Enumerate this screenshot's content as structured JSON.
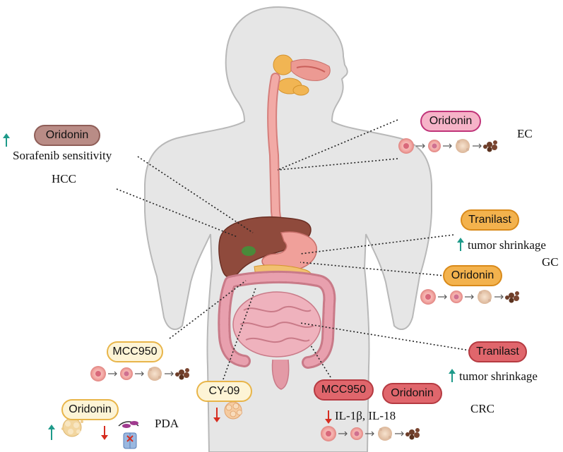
{
  "colors": {
    "brown_pill_fill": "#b98c86",
    "brown_pill_border": "#8f5e58",
    "pink_pill_fill": "#f6b3c8",
    "pink_pill_border": "#c03479",
    "orange_pill_fill": "#f3b24d",
    "orange_pill_border": "#d98a1a",
    "yellow_pill_fill": "#fdf4d6",
    "yellow_pill_border": "#e8b54a",
    "red_pill_fill": "#e0666c",
    "red_pill_border": "#b53a41",
    "up_arrow": "#1e9a8a",
    "down_arrow": "#d62d20",
    "leader_line": "#222222",
    "body_fill": "#e4e4e4",
    "body_stroke": "#b5b5b5"
  },
  "labels": {
    "hcc": {
      "drug": "Oridonin",
      "effect": "Sorafenib sensitivity",
      "cancer": "HCC"
    },
    "ec": {
      "drug": "Oridonin",
      "cancer": "EC"
    },
    "gc": {
      "drug1": "Tranilast",
      "effect1": "tumor shrinkage",
      "drug2": "Oridonin",
      "cancer": "GC"
    },
    "crc": {
      "drug1": "Tranilast",
      "effect1": "tumor shrinkage",
      "drug2": "MCC950",
      "drug3": "Oridonin",
      "effect2": "IL-1β, IL-18",
      "cancer": "CRC"
    },
    "pda": {
      "drug1": "MCC950",
      "drug2": "CY-09",
      "drug3": "Oridonin",
      "cancer": "PDA"
    }
  },
  "icons": {
    "cell_sequence": "cell-death-progression-icon",
    "up_arrow": "up-arrow-icon",
    "down_arrow": "down-arrow-icon",
    "tumor_cluster": "tumor-cluster-icon",
    "gsdmd_pore": "membrane-pore-icon",
    "body": "human-torso-digestive-system"
  }
}
